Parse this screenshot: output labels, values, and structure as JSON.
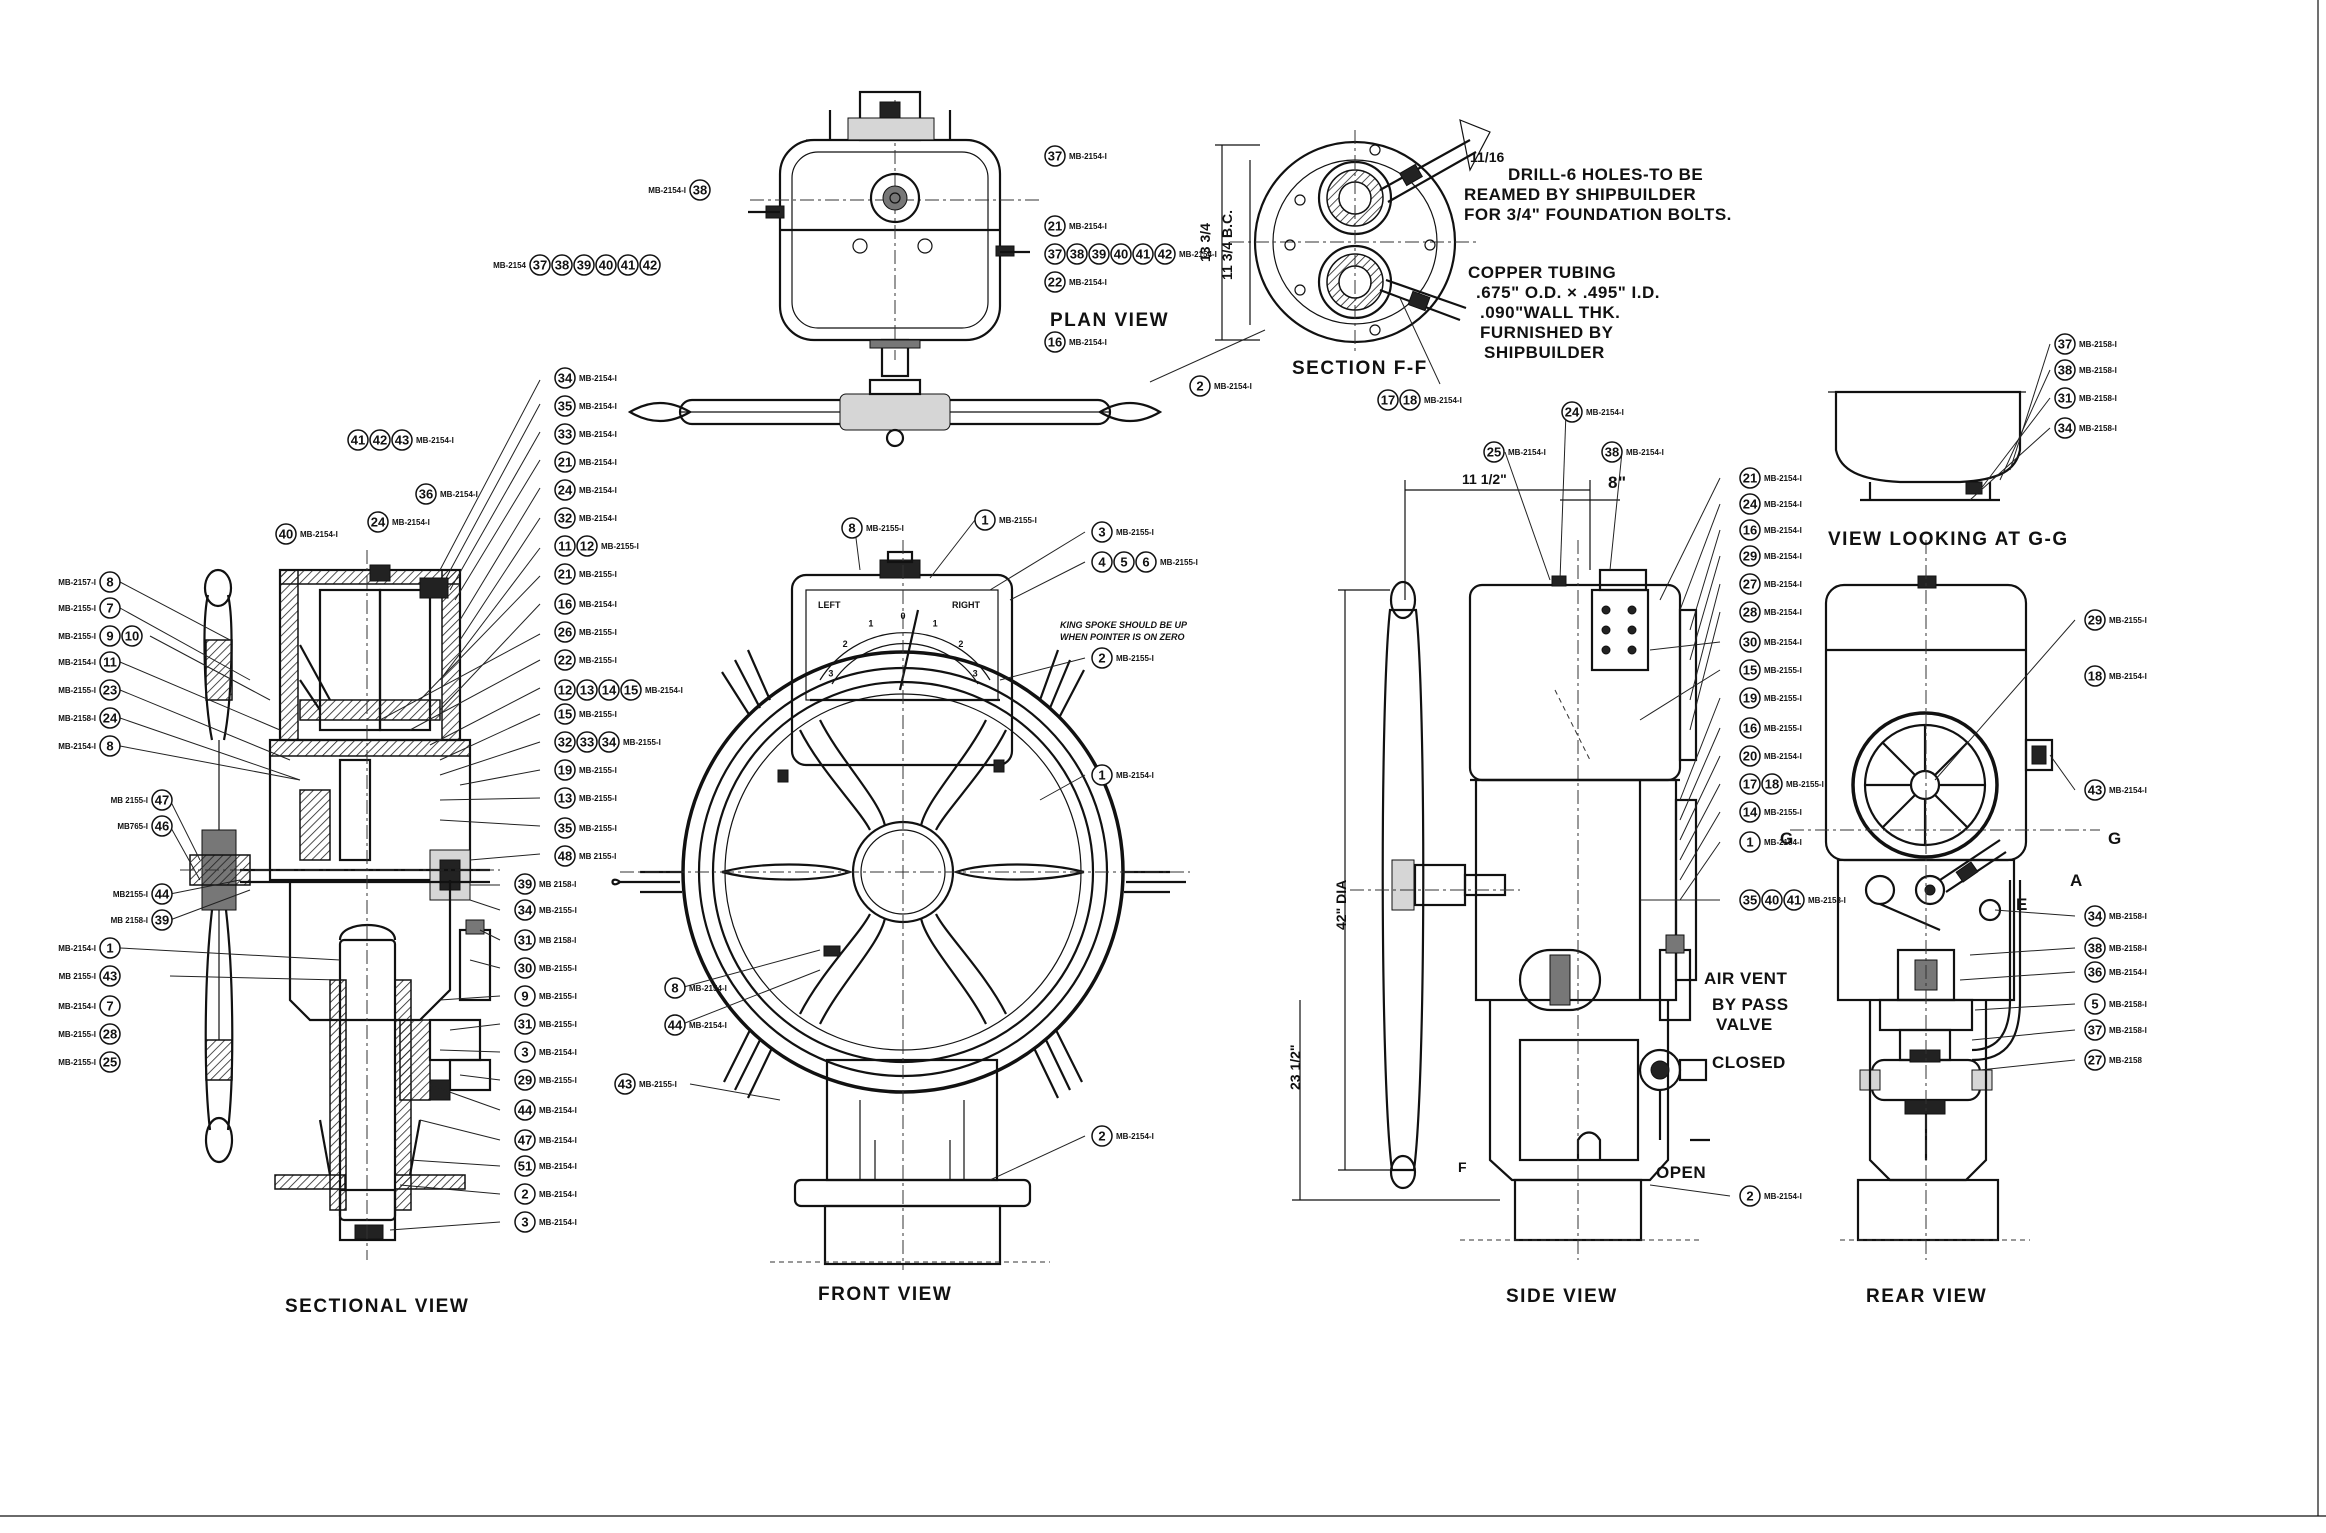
{
  "views": {
    "plan": "PLAN VIEW",
    "section_ff": "SECTION F-F",
    "looking_gg": "VIEW LOOKING AT G-G",
    "sectional": "SECTIONAL VIEW",
    "front": "FRONT VIEW",
    "side": "SIDE VIEW",
    "rear": "REAR VIEW"
  },
  "notes": {
    "drill_1": "DRILL-6 HOLES-TO BE",
    "drill_1_frac": "11/16",
    "drill_2": "REAMED BY SHIPBUILDER",
    "drill_3": "FOR 3/4\" FOUNDATION BOLTS.",
    "tubing_1": "COPPER TUBING",
    "tubing_2": ".675\" O.D. × .495\" I.D.",
    "tubing_3": ".090\"WALL THK.",
    "tubing_4": "FURNISHED BY",
    "tubing_5": "SHIPBUILDER",
    "air_vent_1": "AIR VENT",
    "air_vent_2": "BY PASS",
    "air_vent_3": "VALVE",
    "closed": "CLOSED",
    "open": "OPEN",
    "king_spoke_1": "KING SPOKE SHOULD BE UP",
    "king_spoke_2": "WHEN POINTER IS ON ZERO"
  },
  "dims": {
    "bc": "11 3/4 B.C.",
    "dia_sect": "13 3/4",
    "width_side": "11 1/2\"",
    "eight": "8\"",
    "wheel_dia": "42\" DIA",
    "height_23": "23 1/2\"",
    "dial_left": "LEFT",
    "dial_right": "RIGHT",
    "letter_g_left": "G",
    "letter_g_right": "G",
    "letter_a": "A",
    "letter_e": "E",
    "letter_f": "F"
  },
  "callouts": {
    "plan": [
      {
        "nums": "38",
        "part": "MB-2154-I"
      },
      {
        "nums": "37 38 39 40 41 42",
        "part": "MB-2154"
      },
      {
        "nums": "37",
        "part": "MB-2154-I"
      },
      {
        "nums": "21",
        "part": "MB-2154-I"
      },
      {
        "nums": "37 38 39 40 41 42",
        "part": "MB-2154-I"
      },
      {
        "nums": "22",
        "part": "MB-2154-I"
      },
      {
        "nums": "16",
        "part": "MB-2154-I"
      }
    ],
    "section_ff": [
      {
        "nums": "2",
        "part": "MB-2154-I"
      },
      {
        "nums": "17 18",
        "part": "MB-2154-I"
      }
    ],
    "sectional_left": [
      {
        "nums": "8",
        "part": "MB-2157-I"
      },
      {
        "nums": "7",
        "part": "MB-2155-I"
      },
      {
        "nums": "9 10",
        "part": "MB-2155-I"
      },
      {
        "nums": "11",
        "part": "MB-2154-I"
      },
      {
        "nums": "23",
        "part": "MB-2155-I"
      },
      {
        "nums": "24",
        "part": "MB-2158-I"
      },
      {
        "nums": "8",
        "part": "MB-2154-I"
      },
      {
        "nums": "47",
        "part": "MB 2155-I"
      },
      {
        "nums": "46",
        "part": "MB765-I"
      },
      {
        "nums": "44",
        "part": "MB2155-I"
      },
      {
        "nums": "39",
        "part": "MB 2158-I"
      },
      {
        "nums": "1",
        "part": "MB-2154-I"
      },
      {
        "nums": "43",
        "part": "MB 2155-I"
      },
      {
        "nums": "7",
        "part": "MB-2154-I"
      },
      {
        "nums": "28",
        "part": "MB-2155-I"
      },
      {
        "nums": "25",
        "part": "MB-2155-I"
      }
    ],
    "sectional_top": [
      {
        "nums": "41 42 43",
        "part": "MB-2154-I"
      },
      {
        "nums": "40",
        "part": "MB-2154-I"
      },
      {
        "nums": "24",
        "part": "MB-2154-I"
      },
      {
        "nums": "36",
        "part": "MB-2154-I"
      }
    ],
    "sectional_right": [
      {
        "nums": "34",
        "part": "MB-2154-I"
      },
      {
        "nums": "35",
        "part": "MB-2154-I"
      },
      {
        "nums": "33",
        "part": "MB-2154-I"
      },
      {
        "nums": "21",
        "part": "MB-2154-I"
      },
      {
        "nums": "24",
        "part": "MB-2154-I"
      },
      {
        "nums": "32",
        "part": "MB-2154-I"
      },
      {
        "nums": "11 12",
        "part": "MB-2155-I"
      },
      {
        "nums": "21",
        "part": "MB-2155-I"
      },
      {
        "nums": "16",
        "part": "MB-2154-I"
      },
      {
        "nums": "26",
        "part": "MB-2155-I"
      },
      {
        "nums": "22",
        "part": "MB-2155-I"
      },
      {
        "nums": "12 13 14 15",
        "part": "MB-2154-I"
      },
      {
        "nums": "15",
        "part": "MB-2155-I"
      },
      {
        "nums": "32 33 34",
        "part": "MB-2155-I"
      },
      {
        "nums": "19",
        "part": "MB-2155-I"
      },
      {
        "nums": "13",
        "part": "MB-2155-I"
      },
      {
        "nums": "35",
        "part": "MB-2155-I"
      },
      {
        "nums": "48",
        "part": "MB 2155-I"
      },
      {
        "nums": "39",
        "part": "MB 2158-I"
      },
      {
        "nums": "34",
        "part": "MB-2155-I"
      },
      {
        "nums": "31",
        "part": "MB 2158-I"
      },
      {
        "nums": "30",
        "part": "MB-2155-I"
      },
      {
        "nums": "9",
        "part": "MB-2155-I"
      },
      {
        "nums": "31",
        "part": "MB-2155-I"
      },
      {
        "nums": "3",
        "part": "MB-2154-I"
      },
      {
        "nums": "29",
        "part": "MB-2155-I"
      },
      {
        "nums": "44",
        "part": "MB-2154-I"
      },
      {
        "nums": "47",
        "part": "MB-2154-I"
      },
      {
        "nums": "51",
        "part": "MB-2154-I"
      },
      {
        "nums": "2",
        "part": "MB-2154-I"
      },
      {
        "nums": "3",
        "part": "MB-2154-I"
      }
    ],
    "front": [
      {
        "nums": "8",
        "part": "MB-2155-I"
      },
      {
        "nums": "1",
        "part": "MB-2155-I"
      },
      {
        "nums": "3",
        "part": "MB-2155-I"
      },
      {
        "nums": "4 5 6",
        "part": "MB-2155-I"
      },
      {
        "nums": "2",
        "part": "MB-2155-I"
      },
      {
        "nums": "1",
        "part": "MB-2154-I"
      },
      {
        "nums": "8",
        "part": "MB-2154-I"
      },
      {
        "nums": "44",
        "part": "MB-2154-I"
      },
      {
        "nums": "43",
        "part": "MB-2155-I"
      },
      {
        "nums": "2",
        "part": "MB-2154-I"
      }
    ],
    "side_top": [
      {
        "nums": "24",
        "part": "MB-2154-I"
      },
      {
        "nums": "25",
        "part": "MB-2154-I"
      },
      {
        "nums": "38",
        "part": "MB-2154-I"
      }
    ],
    "side_right": [
      {
        "nums": "21",
        "part": "MB-2154-I"
      },
      {
        "nums": "24",
        "part": "MB-2154-I"
      },
      {
        "nums": "16",
        "part": "MB-2154-I"
      },
      {
        "nums": "29",
        "part": "MB-2154-I"
      },
      {
        "nums": "27",
        "part": "MB-2154-I"
      },
      {
        "nums": "28",
        "part": "MB-2154-I"
      },
      {
        "nums": "30",
        "part": "MB-2154-I"
      },
      {
        "nums": "15",
        "part": "MB-2155-I"
      },
      {
        "nums": "19",
        "part": "MB-2155-I"
      },
      {
        "nums": "16",
        "part": "MB-2155-I"
      },
      {
        "nums": "20",
        "part": "MB-2154-I"
      },
      {
        "nums": "17 18",
        "part": "MB-2155-I"
      },
      {
        "nums": "14",
        "part": "MB-2155-I"
      },
      {
        "nums": "1",
        "part": "MB-2154-I"
      },
      {
        "nums": "35 40 41",
        "part": "MB-2158-I"
      },
      {
        "nums": "2",
        "part": "MB-2154-I"
      }
    ],
    "rear_right": [
      {
        "nums": "37",
        "part": "MB-2158-I"
      },
      {
        "nums": "38",
        "part": "MB-2158-I"
      },
      {
        "nums": "31",
        "part": "MB-2158-I"
      },
      {
        "nums": "34",
        "part": "MB-2158-I"
      },
      {
        "nums": "29",
        "part": "MB-2155-I"
      },
      {
        "nums": "18",
        "part": "MB-2154-I"
      },
      {
        "nums": "43",
        "part": "MB-2154-I"
      },
      {
        "nums": "34",
        "part": "MB-2158-I"
      },
      {
        "nums": "38",
        "part": "MB-2158-I"
      },
      {
        "nums": "36",
        "part": "MB-2154-I"
      },
      {
        "nums": "5",
        "part": "MB-2158-I"
      },
      {
        "nums": "37",
        "part": "MB-2158-I"
      },
      {
        "nums": "27",
        "part": "MB-2158"
      }
    ]
  },
  "dial_numbers": [
    "3",
    "2",
    "1",
    "0",
    "1",
    "2",
    "3"
  ]
}
